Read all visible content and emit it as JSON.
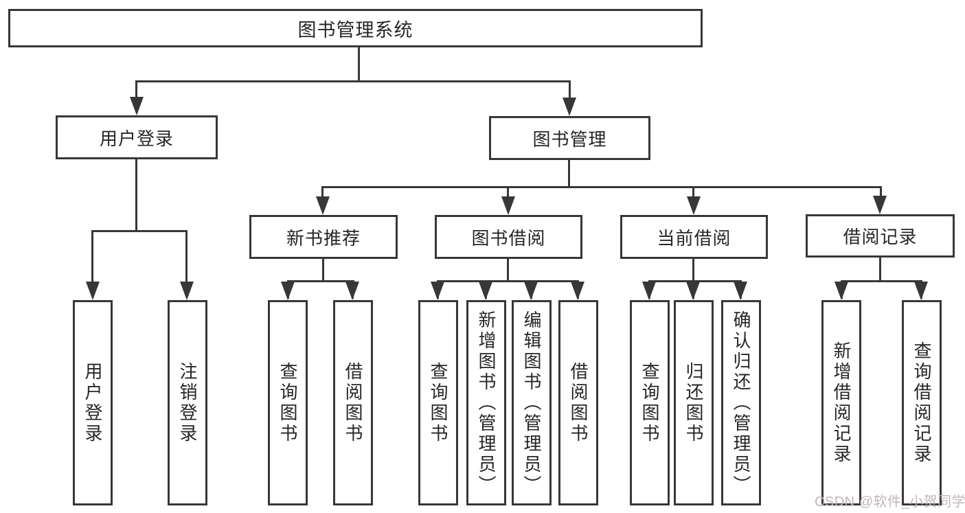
{
  "diagram": {
    "nodes": {
      "root": "图书管理系统",
      "user_login": "用户登录",
      "book_mgmt": "图书管理",
      "new_book": "新书推荐",
      "book_borrow": "图书借阅",
      "current_borrow": "当前借阅",
      "borrow_record": "借阅记录"
    },
    "leaves": {
      "user": [
        "用户登录",
        "注销登录"
      ],
      "new_book": [
        "查询图书",
        "借阅图书"
      ],
      "borrow": [
        "查询图书",
        "新增图书（管理员）",
        "编辑图书（管理员）",
        "借阅图书"
      ],
      "current": [
        "查询图书",
        "归还图书",
        "确认归还（管理员）"
      ],
      "record": [
        "新增借阅记录",
        "查询借阅记录"
      ]
    },
    "colors": {
      "line": "#373737",
      "text": "#262626",
      "background": "#ffffff",
      "watermark": "#c2b6b6"
    }
  },
  "watermark": {
    "text": "CSDN @软件_小贺同学"
  }
}
